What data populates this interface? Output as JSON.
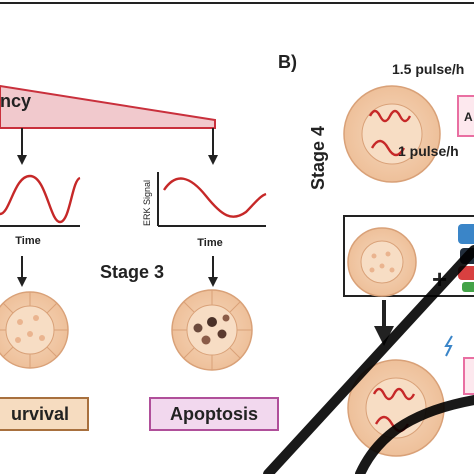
{
  "header": {
    "gradient_label": "ncy"
  },
  "panel_b": {
    "letter": "B)"
  },
  "stages": {
    "stage3": "Stage 3",
    "stage4": "Stage 4"
  },
  "plots": {
    "left_xlabel": "Time",
    "right_xlabel": "Time",
    "right_ylabel": "ERK Signal"
  },
  "outcomes": {
    "survival": "urvival",
    "apoptosis": "Apoptosis"
  },
  "frequencies": {
    "high": "1.5 pulse/h",
    "low": "1 pulse/h"
  },
  "edge_labels": {
    "top_box": "A"
  },
  "colors": {
    "signal": "#c62828",
    "gradient_fill": "#f1c9cd",
    "survival_fill": "#f6dcc0",
    "apoptosis_fill": "#f2d8ee",
    "cell_fill": "#f3cfae",
    "cell_stroke": "#d9a178",
    "pink_box": "#e96fa2",
    "blue_box": "#3a85c8"
  }
}
